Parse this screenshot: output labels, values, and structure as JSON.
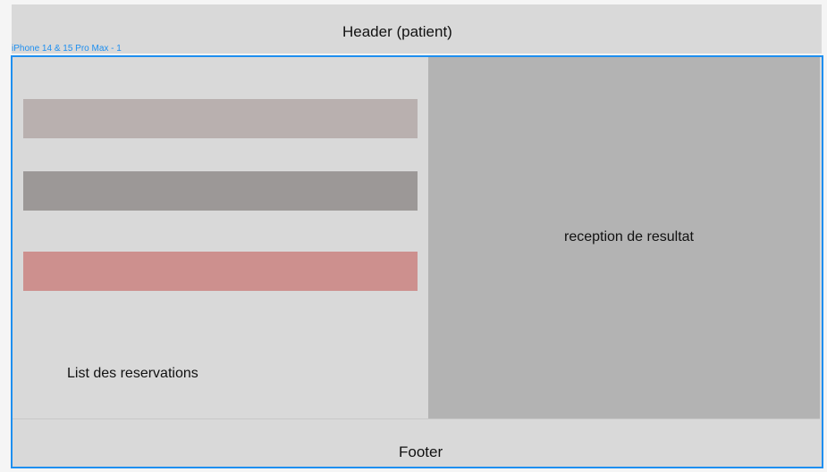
{
  "header": {
    "title": "Header (patient)"
  },
  "frame": {
    "label": "iPhone 14 & 15 Pro Max - 1"
  },
  "main": {
    "results_label": "reception de resultat",
    "list_label": "List des reservations",
    "bars": [
      {
        "color": "#b9b0af"
      },
      {
        "color": "#9c9897"
      },
      {
        "color": "#cd908e"
      }
    ]
  },
  "footer": {
    "label": "Footer"
  },
  "colors": {
    "frame_outline": "#1e8ff0",
    "header_bg": "#d9d9d9",
    "results_panel_bg": "#b3b3b3"
  }
}
